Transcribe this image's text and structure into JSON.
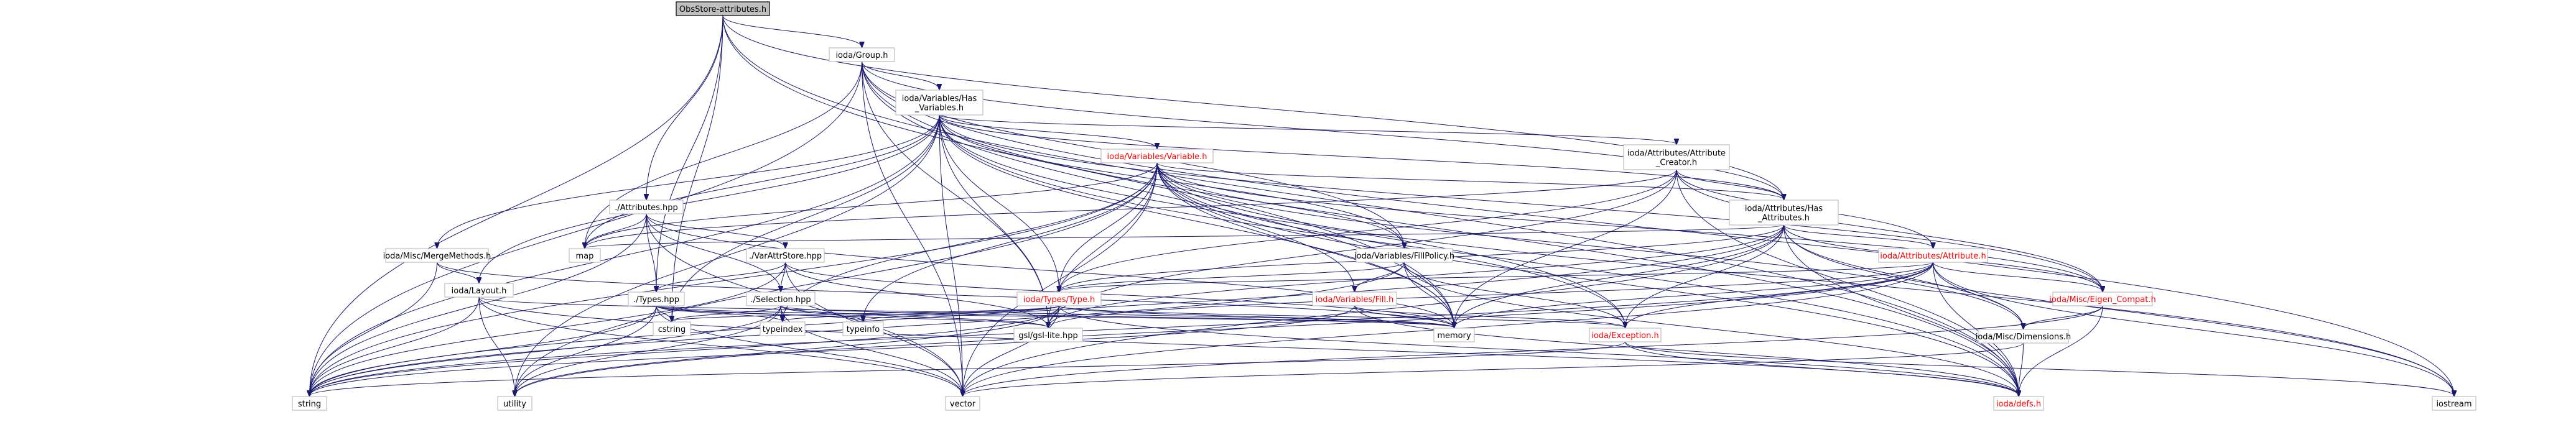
{
  "graph": {
    "title": "ObsStore-attributes.h",
    "edge_color": "#191970",
    "root_fill": "#bfbfbf",
    "node_border": "#bfbfbf",
    "undocumented_color": "#ff0000",
    "nodes": {
      "root": {
        "lines": [
          "ObsStore-attributes.h"
        ],
        "red": false,
        "root": true
      },
      "group": {
        "lines": [
          "ioda/Group.h"
        ],
        "red": false
      },
      "hasvars": {
        "lines": [
          "ioda/Variables/Has",
          "_Variables.h"
        ],
        "red": false
      },
      "variable": {
        "lines": [
          "ioda/Variables/Variable.h"
        ],
        "red": true
      },
      "attrcreator": {
        "lines": [
          "ioda/Attributes/Attribute",
          "_Creator.h"
        ],
        "red": false
      },
      "attributes_hpp": {
        "lines": [
          "./Attributes.hpp"
        ],
        "red": false
      },
      "hasattrs": {
        "lines": [
          "ioda/Attributes/Has",
          "_Attributes.h"
        ],
        "red": false
      },
      "mergemethods": {
        "lines": [
          "ioda/Misc/MergeMethods.h"
        ],
        "red": false
      },
      "varattrstore": {
        "lines": [
          "./VarAttrStore.hpp"
        ],
        "red": false
      },
      "fillpolicy": {
        "lines": [
          "ioda/Variables/FillPolicy.h"
        ],
        "red": false
      },
      "attribute": {
        "lines": [
          "ioda/Attributes/Attribute.h"
        ],
        "red": true
      },
      "layout": {
        "lines": [
          "ioda/Layout.h"
        ],
        "red": false
      },
      "types_hpp": {
        "lines": [
          "./Types.hpp"
        ],
        "red": false
      },
      "selection_hpp": {
        "lines": [
          "./Selection.hpp"
        ],
        "red": false
      },
      "types_type": {
        "lines": [
          "ioda/Types/Type.h"
        ],
        "red": true
      },
      "fill_h": {
        "lines": [
          "ioda/Variables/Fill.h"
        ],
        "red": true
      },
      "eigen": {
        "lines": [
          "ioda/Misc/Eigen_Compat.h"
        ],
        "red": true
      },
      "dimensions": {
        "lines": [
          "ioda/Misc/Dimensions.h"
        ],
        "red": false
      },
      "map": {
        "lines": [
          "map"
        ],
        "red": false
      },
      "cstring": {
        "lines": [
          "cstring"
        ],
        "red": false
      },
      "typeindex": {
        "lines": [
          "typeindex"
        ],
        "red": false
      },
      "typeinfo": {
        "lines": [
          "typeinfo"
        ],
        "red": false
      },
      "gsl": {
        "lines": [
          "gsl/gsl-lite.hpp"
        ],
        "red": false
      },
      "memory": {
        "lines": [
          "memory"
        ],
        "red": false
      },
      "exception": {
        "lines": [
          "ioda/Exception.h"
        ],
        "red": true
      },
      "string": {
        "lines": [
          "string"
        ],
        "red": false
      },
      "utility": {
        "lines": [
          "utility"
        ],
        "red": false
      },
      "vector": {
        "lines": [
          "vector"
        ],
        "red": false
      },
      "defs": {
        "lines": [
          "ioda/defs.h"
        ],
        "red": true
      },
      "iostream": {
        "lines": [
          "iostream"
        ],
        "red": false
      }
    },
    "edges": [
      [
        "root",
        "group"
      ],
      [
        "root",
        "attributes_hpp"
      ],
      [
        "root",
        "types_hpp"
      ],
      [
        "root",
        "string"
      ],
      [
        "root",
        "cstring"
      ],
      [
        "root",
        "memory"
      ],
      [
        "root",
        "defs"
      ],
      [
        "root",
        "hasattrs"
      ],
      [
        "group",
        "hasvars"
      ],
      [
        "group",
        "fillpolicy"
      ],
      [
        "group",
        "hasattrs"
      ],
      [
        "group",
        "map"
      ],
      [
        "group",
        "gsl"
      ],
      [
        "group",
        "memory"
      ],
      [
        "group",
        "string"
      ],
      [
        "group",
        "vector"
      ],
      [
        "group",
        "defs"
      ],
      [
        "group",
        "iostream"
      ],
      [
        "hasvars",
        "variable"
      ],
      [
        "hasvars",
        "attrcreator"
      ],
      [
        "hasvars",
        "hasattrs"
      ],
      [
        "hasvars",
        "mergemethods"
      ],
      [
        "hasvars",
        "layout"
      ],
      [
        "hasvars",
        "fillpolicy"
      ],
      [
        "hasvars",
        "types_type"
      ],
      [
        "hasvars",
        "eigen"
      ],
      [
        "hasvars",
        "map"
      ],
      [
        "hasvars",
        "gsl"
      ],
      [
        "hasvars",
        "memory"
      ],
      [
        "hasvars",
        "string"
      ],
      [
        "hasvars",
        "vector"
      ],
      [
        "hasvars",
        "utility"
      ],
      [
        "hasvars",
        "exception"
      ],
      [
        "hasvars",
        "defs"
      ],
      [
        "hasvars",
        "cstring"
      ],
      [
        "variable",
        "hasattrs"
      ],
      [
        "variable",
        "fillpolicy"
      ],
      [
        "variable",
        "fill_h"
      ],
      [
        "variable",
        "types_type"
      ],
      [
        "variable",
        "eigen"
      ],
      [
        "variable",
        "map"
      ],
      [
        "variable",
        "gsl"
      ],
      [
        "variable",
        "memory"
      ],
      [
        "variable",
        "string"
      ],
      [
        "variable",
        "vector"
      ],
      [
        "variable",
        "utility"
      ],
      [
        "variable",
        "exception"
      ],
      [
        "variable",
        "defs"
      ],
      [
        "variable",
        "dimensions"
      ],
      [
        "variable",
        "iostream"
      ],
      [
        "variable",
        "typeindex"
      ],
      [
        "variable",
        "typeinfo"
      ],
      [
        "attrcreator",
        "hasattrs"
      ],
      [
        "attrcreator",
        "attribute"
      ],
      [
        "attrcreator",
        "types_type"
      ],
      [
        "attrcreator",
        "map"
      ],
      [
        "attrcreator",
        "memory"
      ],
      [
        "attrcreator",
        "gsl"
      ],
      [
        "attrcreator",
        "defs"
      ],
      [
        "attrcreator",
        "eigen"
      ],
      [
        "attributes_hpp",
        "varattrstore"
      ],
      [
        "attributes_hpp",
        "types_hpp"
      ],
      [
        "attributes_hpp",
        "selection_hpp"
      ],
      [
        "attributes_hpp",
        "map"
      ],
      [
        "attributes_hpp",
        "string"
      ],
      [
        "attributes_hpp",
        "vector"
      ],
      [
        "attributes_hpp",
        "memory"
      ],
      [
        "hasattrs",
        "attribute"
      ],
      [
        "hasattrs",
        "types_type"
      ],
      [
        "hasattrs",
        "eigen"
      ],
      [
        "hasattrs",
        "gsl"
      ],
      [
        "hasattrs",
        "memory"
      ],
      [
        "hasattrs",
        "string"
      ],
      [
        "hasattrs",
        "vector"
      ],
      [
        "hasattrs",
        "exception"
      ],
      [
        "hasattrs",
        "defs"
      ],
      [
        "hasattrs",
        "iostream"
      ],
      [
        "hasattrs",
        "dimensions"
      ],
      [
        "hasattrs",
        "map"
      ],
      [
        "mergemethods",
        "layout"
      ],
      [
        "mergemethods",
        "string"
      ],
      [
        "mergemethods",
        "memory"
      ],
      [
        "varattrstore",
        "types_hpp"
      ],
      [
        "varattrstore",
        "selection_hpp"
      ],
      [
        "varattrstore",
        "string"
      ],
      [
        "varattrstore",
        "vector"
      ],
      [
        "varattrstore",
        "memory"
      ],
      [
        "varattrstore",
        "gsl"
      ],
      [
        "fillpolicy",
        "fill_h"
      ],
      [
        "fillpolicy",
        "types_type"
      ],
      [
        "fillpolicy",
        "exception"
      ],
      [
        "fillpolicy",
        "memory"
      ],
      [
        "fillpolicy",
        "string"
      ],
      [
        "fillpolicy",
        "defs"
      ],
      [
        "attribute",
        "eigen"
      ],
      [
        "attribute",
        "dimensions"
      ],
      [
        "attribute",
        "types_type"
      ],
      [
        "attribute",
        "gsl"
      ],
      [
        "attribute",
        "memory"
      ],
      [
        "attribute",
        "string"
      ],
      [
        "attribute",
        "vector"
      ],
      [
        "attribute",
        "exception"
      ],
      [
        "attribute",
        "defs"
      ],
      [
        "attribute",
        "iostream"
      ],
      [
        "attribute",
        "utility"
      ],
      [
        "layout",
        "string"
      ],
      [
        "layout",
        "vector"
      ],
      [
        "layout",
        "utility"
      ],
      [
        "layout",
        "memory"
      ],
      [
        "layout",
        "defs"
      ],
      [
        "types_hpp",
        "cstring"
      ],
      [
        "types_hpp",
        "typeindex"
      ],
      [
        "types_hpp",
        "typeinfo"
      ],
      [
        "types_hpp",
        "string"
      ],
      [
        "types_hpp",
        "vector"
      ],
      [
        "types_hpp",
        "utility"
      ],
      [
        "types_hpp",
        "gsl"
      ],
      [
        "types_hpp",
        "memory"
      ],
      [
        "selection_hpp",
        "cstring"
      ],
      [
        "selection_hpp",
        "typeindex"
      ],
      [
        "selection_hpp",
        "typeinfo"
      ],
      [
        "selection_hpp",
        "string"
      ],
      [
        "selection_hpp",
        "vector"
      ],
      [
        "selection_hpp",
        "utility"
      ],
      [
        "selection_hpp",
        "gsl"
      ],
      [
        "selection_hpp",
        "memory"
      ],
      [
        "types_type",
        "gsl"
      ],
      [
        "types_type",
        "memory"
      ],
      [
        "types_type",
        "string"
      ],
      [
        "types_type",
        "vector"
      ],
      [
        "types_type",
        "cstring"
      ],
      [
        "types_type",
        "typeindex"
      ],
      [
        "types_type",
        "typeinfo"
      ],
      [
        "types_type",
        "exception"
      ],
      [
        "types_type",
        "defs"
      ],
      [
        "types_type",
        "utility"
      ],
      [
        "fill_h",
        "string"
      ],
      [
        "fill_h",
        "exception"
      ],
      [
        "fill_h",
        "defs"
      ],
      [
        "fill_h",
        "memory"
      ],
      [
        "eigen",
        "dimensions"
      ],
      [
        "eigen",
        "defs"
      ],
      [
        "eigen",
        "vector"
      ],
      [
        "dimensions",
        "vector"
      ],
      [
        "dimensions",
        "defs"
      ],
      [
        "exception",
        "string"
      ],
      [
        "exception",
        "defs"
      ],
      [
        "exception",
        "iostream"
      ]
    ]
  }
}
